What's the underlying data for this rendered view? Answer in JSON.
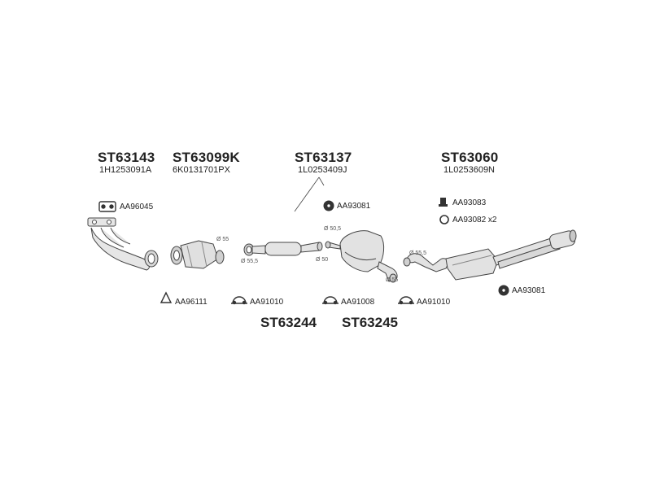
{
  "diagram": {
    "header_parts": [
      {
        "number": "ST63143",
        "oe": "1H1253091A"
      },
      {
        "number": "ST63099K",
        "oe": "6K0131701PX"
      },
      {
        "number": "ST63137",
        "oe": "1L0253409J"
      },
      {
        "number": "ST63060",
        "oe": "1L0253609N"
      }
    ],
    "bottom_parts": [
      "ST63244",
      "ST63245"
    ],
    "accessories": {
      "gasket_manifold": "AA96045",
      "clamp_front": "AA96111",
      "clamp_1": "AA91010",
      "clamp_2": "AA91008",
      "clamp_3": "AA91010",
      "hanger_mid": "AA93081",
      "bracket_rear": "AA93083",
      "ring_rear": "AA93082 x2",
      "hanger_rear": "AA93081"
    },
    "dimensions": {
      "cat_outlet": "Ø 55",
      "pipe_inlet": "Ø 55,5",
      "mid_in_top": "Ø 50,5",
      "mid_in": "Ø 50",
      "mid_out": "Ø 55",
      "rear_in": "Ø 55,5"
    }
  }
}
